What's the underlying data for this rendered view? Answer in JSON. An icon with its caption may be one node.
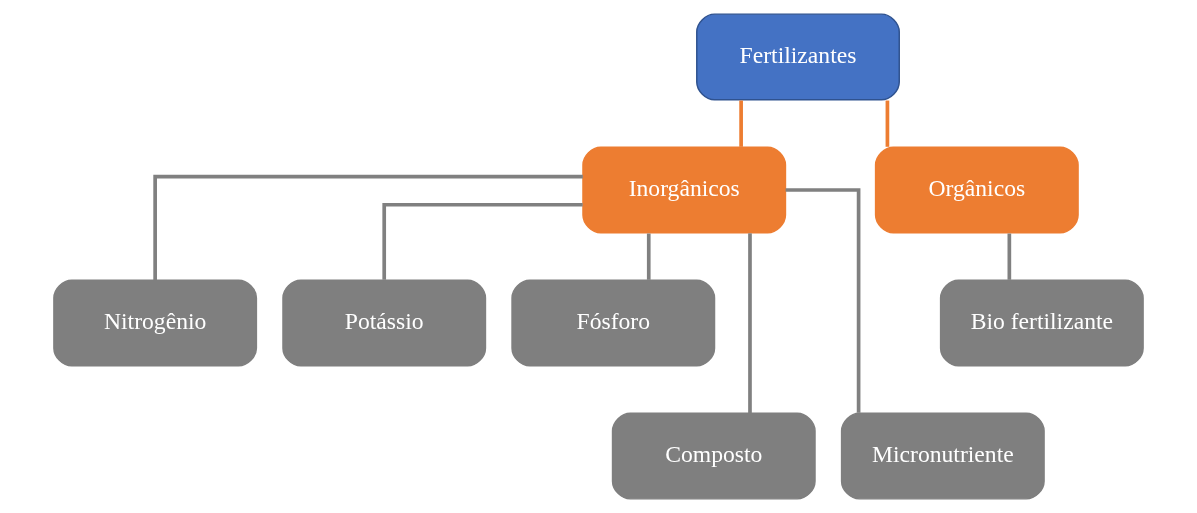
{
  "diagram": {
    "nodes": [
      {
        "text": [
          "Fertilizantes"
        ]
      },
      {
        "text": [
          "Inorgânicos"
        ]
      },
      {
        "text": [
          "Orgânicos"
        ]
      },
      {
        "text": [
          "Nitrogênio"
        ]
      },
      {
        "text": [
          "Potássio"
        ]
      },
      {
        "text": [
          "Fósforo"
        ]
      },
      {
        "text": [
          "Composto"
        ]
      },
      {
        "text": [
          "Micronutriente"
        ]
      },
      {
        "text": [
          "Bio fertilizante"
        ]
      }
    ],
    "edges": [
      {
        "from": 0,
        "to": 1,
        "arrow": "none",
        "color": "#ed7d31"
      },
      {
        "from": 0,
        "to": 2,
        "arrow": "none",
        "color": "#ed7d31"
      },
      {
        "from": 1,
        "to": 3,
        "arrow": "none"
      },
      {
        "from": 1,
        "to": 4,
        "arrow": "none"
      },
      {
        "from": 1,
        "to": 5,
        "arrow": "none"
      },
      {
        "from": 1,
        "to": 6,
        "arrow": "none"
      },
      {
        "from": 1,
        "to": 7,
        "arrow": "none"
      },
      {
        "from": 2,
        "to": 8,
        "arrow": "none"
      }
    ]
  }
}
